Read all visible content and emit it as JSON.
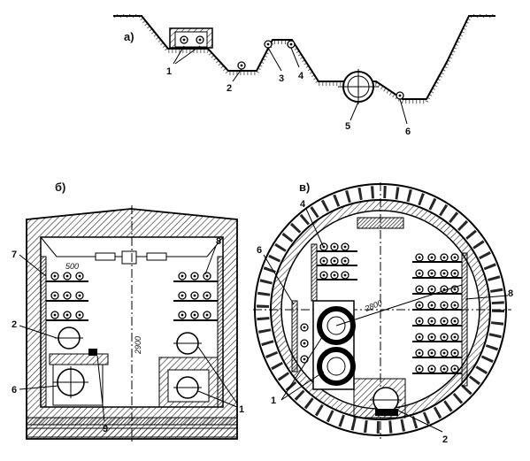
{
  "panel_a": {
    "caption": "а)",
    "labels": [
      "1",
      "2",
      "3",
      "4",
      "5",
      "6"
    ]
  },
  "panel_b": {
    "caption": "б)",
    "labels": [
      "7",
      "8",
      "2",
      "6",
      "9",
      "1"
    ],
    "dimension_width": "500",
    "dimension_height": "2900"
  },
  "panel_v": {
    "caption": "в)",
    "labels": [
      "4",
      "6",
      "8",
      "1",
      "2"
    ],
    "dimension_diameter": "2800"
  }
}
